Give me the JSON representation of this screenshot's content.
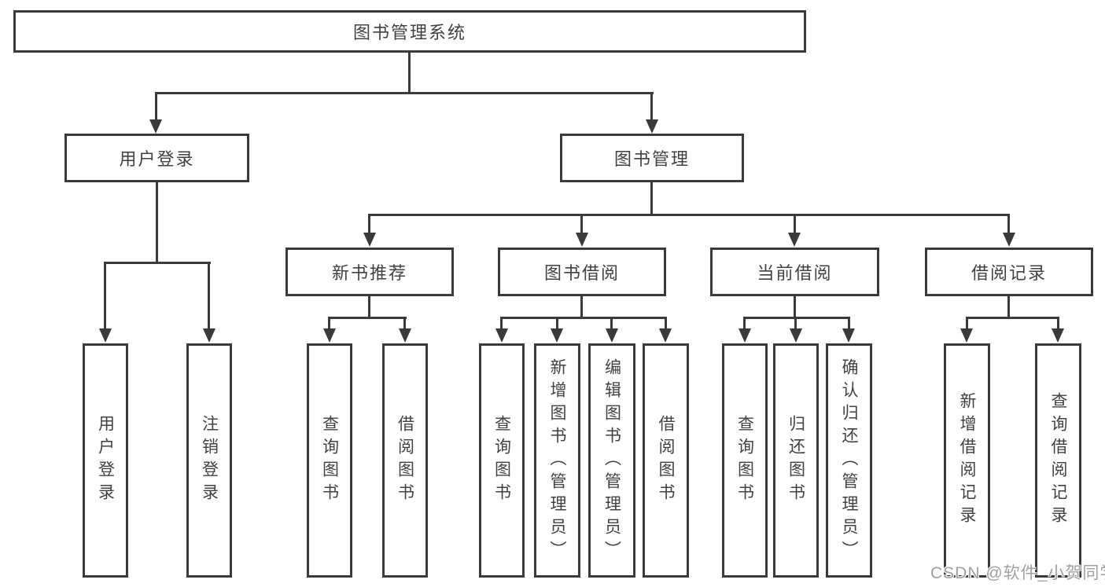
{
  "diagram": {
    "title": "图书管理系统",
    "branches": {
      "user_login": {
        "label": "用户登录",
        "children": [
          "用户登录",
          "注销登录"
        ]
      },
      "book_management": {
        "label": "图书管理",
        "sections": [
          {
            "label": "新书推荐",
            "children": [
              "查询图书",
              "借阅图书"
            ]
          },
          {
            "label": "图书借阅",
            "children": [
              "查询图书",
              "新增图书（管理员）",
              "编辑图书（管理员）",
              "借阅图书"
            ]
          },
          {
            "label": "当前借阅",
            "children": [
              "查询图书",
              "归还图书",
              "确认归还（管理员）"
            ]
          },
          {
            "label": "借阅记录",
            "children": [
              "新增借阅记录",
              "查询借阅记录"
            ]
          }
        ]
      }
    }
  },
  "watermark": "CSDN @软件_小贺同学",
  "colors": {
    "line": "#3a3a3a",
    "box_border": "#3a3a3a",
    "text": "#414141",
    "box_background": "#ffffff",
    "page_background": "#ffffff",
    "watermark": "#a0a0a0"
  }
}
